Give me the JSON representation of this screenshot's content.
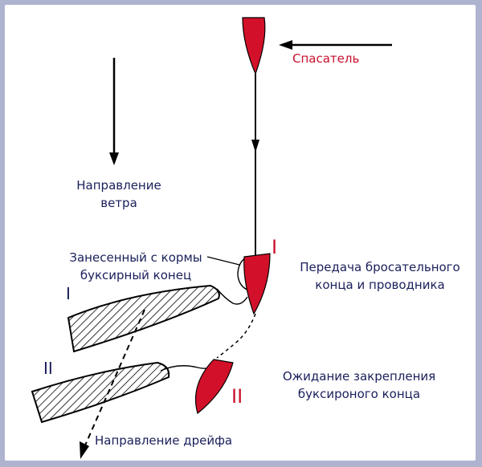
{
  "labels": {
    "rescuer": "Спасатель",
    "wind_direction_line1": "Направление",
    "wind_direction_line2": "ветра",
    "tow_line_line1": "Занесенный с кормы",
    "tow_line_line2": "буксирный конец",
    "stage1_line1": "Передача бросательного",
    "stage1_line2": "конца и проводника",
    "stage2_line1": "Ожидание закрепления",
    "stage2_line2": "буксироного конца",
    "drift_direction": "Направление дрейфа"
  },
  "roman": {
    "rescuer_stage1": "I",
    "rescuer_stage2": "II",
    "boat_stage1": "I",
    "boat_stage2": "II"
  },
  "colors": {
    "rescuer_boat": "#d3102a",
    "label_text": "#1a1f5a",
    "accent_text": "#c8102e",
    "frame_background": "#aeb3cf"
  }
}
